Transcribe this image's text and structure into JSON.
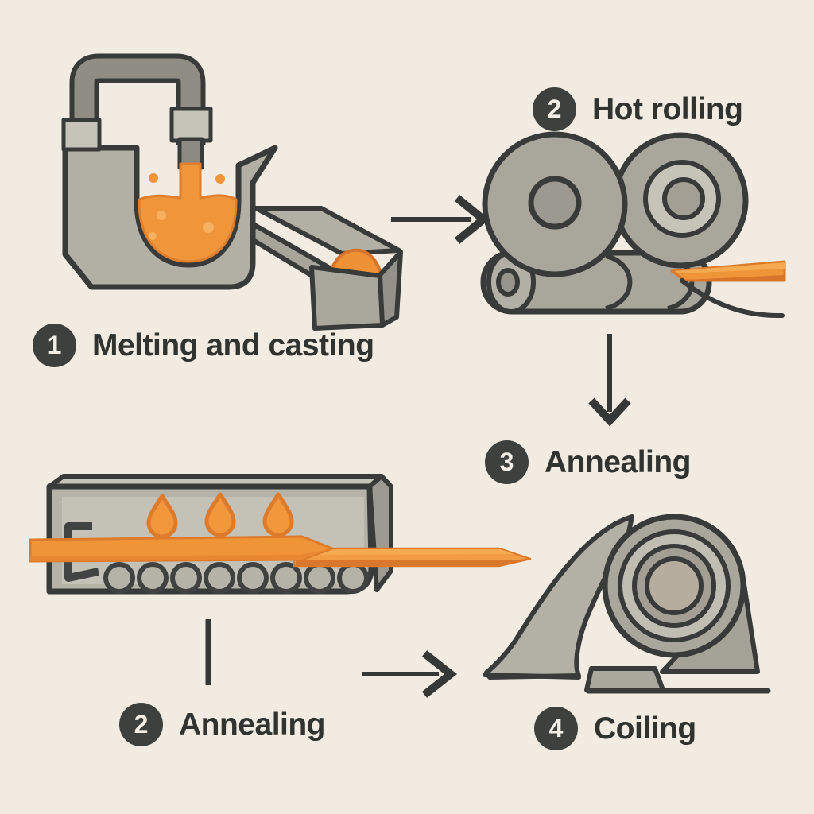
{
  "steps": [
    {
      "id": "melting-casting",
      "number": "1",
      "label": "Melting and casting"
    },
    {
      "id": "hot-rolling",
      "number": "2",
      "label": "Hot rolling"
    },
    {
      "id": "annealing-mid",
      "number": "3",
      "label": "Annealing"
    },
    {
      "id": "annealing-bottom",
      "number": "2",
      "label": "Annealing"
    },
    {
      "id": "coiling",
      "number": "4",
      "label": "Coiling"
    }
  ],
  "colors": {
    "background": "#f1ebe2",
    "ink_outline": "#383b39",
    "badge_fill": "#3e403e",
    "badge_number": "#f4efe6",
    "metal_gray": "#a9a69c",
    "metal_gray_light": "#c6c3b9",
    "metal_gray_dark": "#94918a",
    "pipe_gray": "#908d84",
    "molten_orange": "#f0953a",
    "molten_orange_dark": "#d8752c",
    "molten_orange_light": "#f6aa50",
    "coil_hole_tan": "#b6ad9e"
  },
  "icons": {
    "flame": "flame-icon",
    "arrow_right": "arrow-right-icon",
    "arrow_down": "arrow-down-icon"
  }
}
